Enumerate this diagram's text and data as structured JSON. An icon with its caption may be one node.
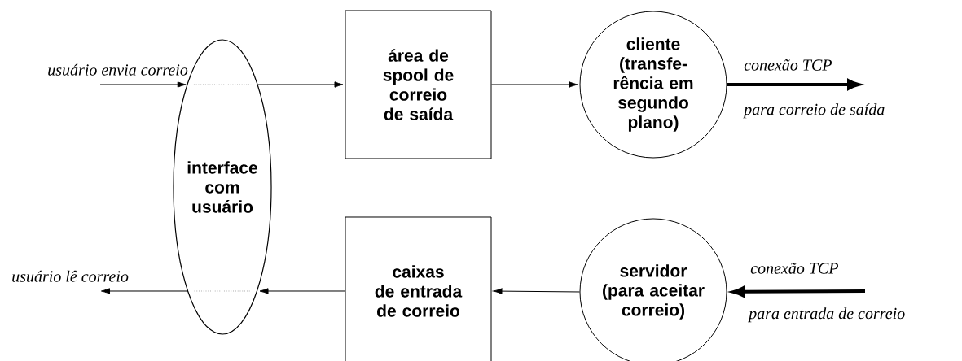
{
  "diagram": {
    "nodes": [
      {
        "text": [
          "interface com usuário"
        ]
      },
      {
        "text": [
          "área de spool de correio de saída"
        ]
      },
      {
        "text": [
          "cliente (transfe- rência em segundo plano)"
        ]
      },
      {
        "text": [
          "caixas de entrada de correio"
        ]
      },
      {
        "text": [
          "servidor (para aceitar correio)"
        ]
      }
    ],
    "edges": [
      {
        "from": null,
        "to": 0,
        "arrow": "to",
        "label": "usuário envia correio"
      },
      {
        "from": 0,
        "to": 1,
        "arrow": "to"
      },
      {
        "from": 1,
        "to": 2,
        "arrow": "to"
      },
      {
        "from": 2,
        "to": null,
        "arrow": "to",
        "style": "thick",
        "label": "conexão TCP"
      },
      {
        "from": null,
        "to": 4,
        "arrow": "to",
        "style": "thick",
        "label": "conexão TCP"
      },
      {
        "from": 4,
        "to": 3,
        "arrow": "to"
      },
      {
        "from": 3,
        "to": 0,
        "arrow": "to"
      },
      {
        "from": 0,
        "to": null,
        "arrow": "to",
        "label": "usuário lê correio"
      }
    ],
    "labels": [
      "para correio de saída",
      "para entrada de correio"
    ]
  }
}
